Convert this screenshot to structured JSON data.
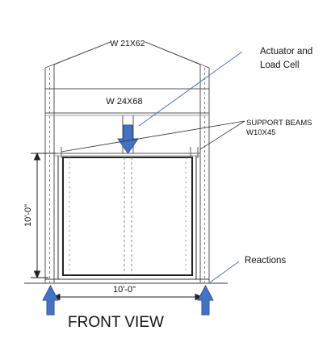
{
  "labels": {
    "top_beam": "W 21X62",
    "mid_beam": "W 24X68",
    "actuator_line1": "Actuator and",
    "actuator_line2": "Load Cell",
    "support_line1": "SUPPORT BEAMS",
    "support_line2": "W10X45",
    "height_dim": "10'-0\"",
    "width_dim": "10'-0\"",
    "reactions": "Reactions",
    "view_title": "FRONT VIEW"
  },
  "colors": {
    "arrow_fill": "#4472C4",
    "arrow_stroke": "#2F5597",
    "leader_blue": "#4472C4",
    "line": "#333333"
  }
}
